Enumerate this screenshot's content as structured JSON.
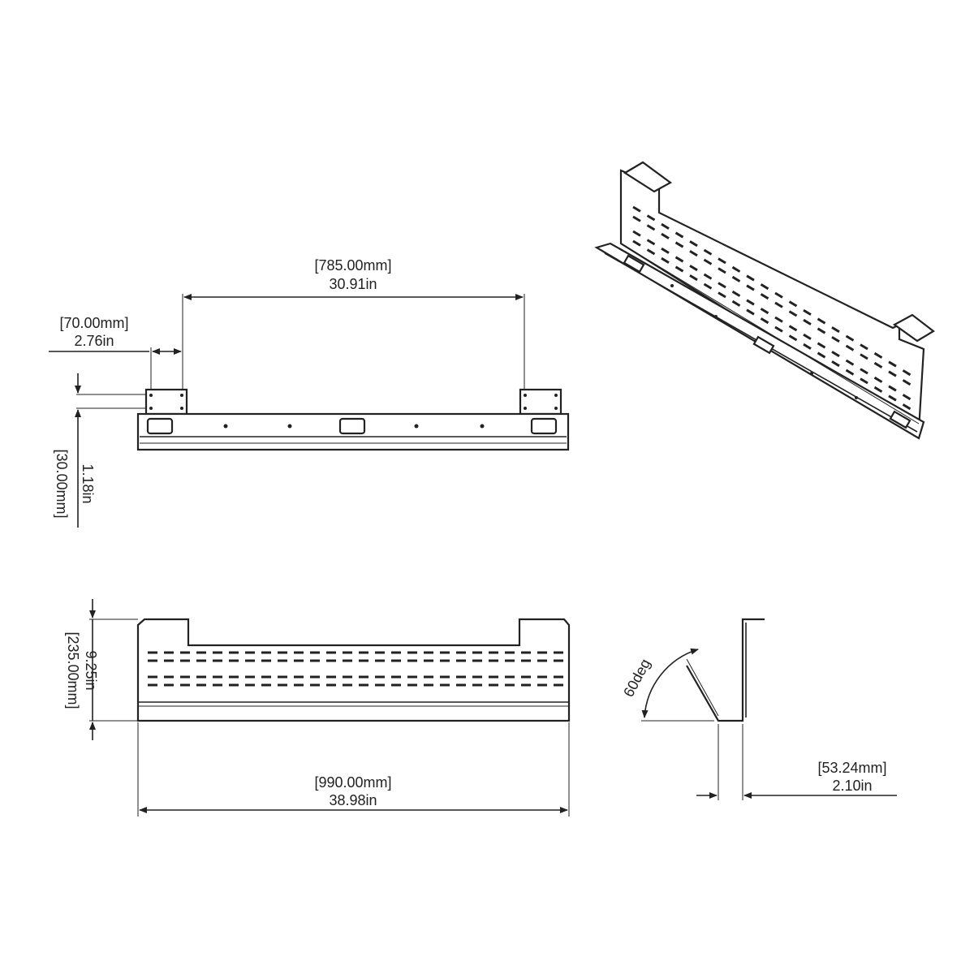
{
  "dimensions": {
    "top_span": {
      "mm": "[785.00mm]",
      "in": "30.91in"
    },
    "bracket_width": {
      "mm": "[70.00mm]",
      "in": "2.76in"
    },
    "bracket_height": {
      "mm": "[30.00mm]",
      "in": "1.18in"
    },
    "tray_height": {
      "mm": "[235.00mm]",
      "in": "9.25in"
    },
    "overall_length": {
      "mm": "[990.00mm]",
      "in": "38.98in"
    },
    "tray_depth": {
      "mm": "[53.24mm]",
      "in": "2.10in"
    },
    "angle": "60deg"
  }
}
